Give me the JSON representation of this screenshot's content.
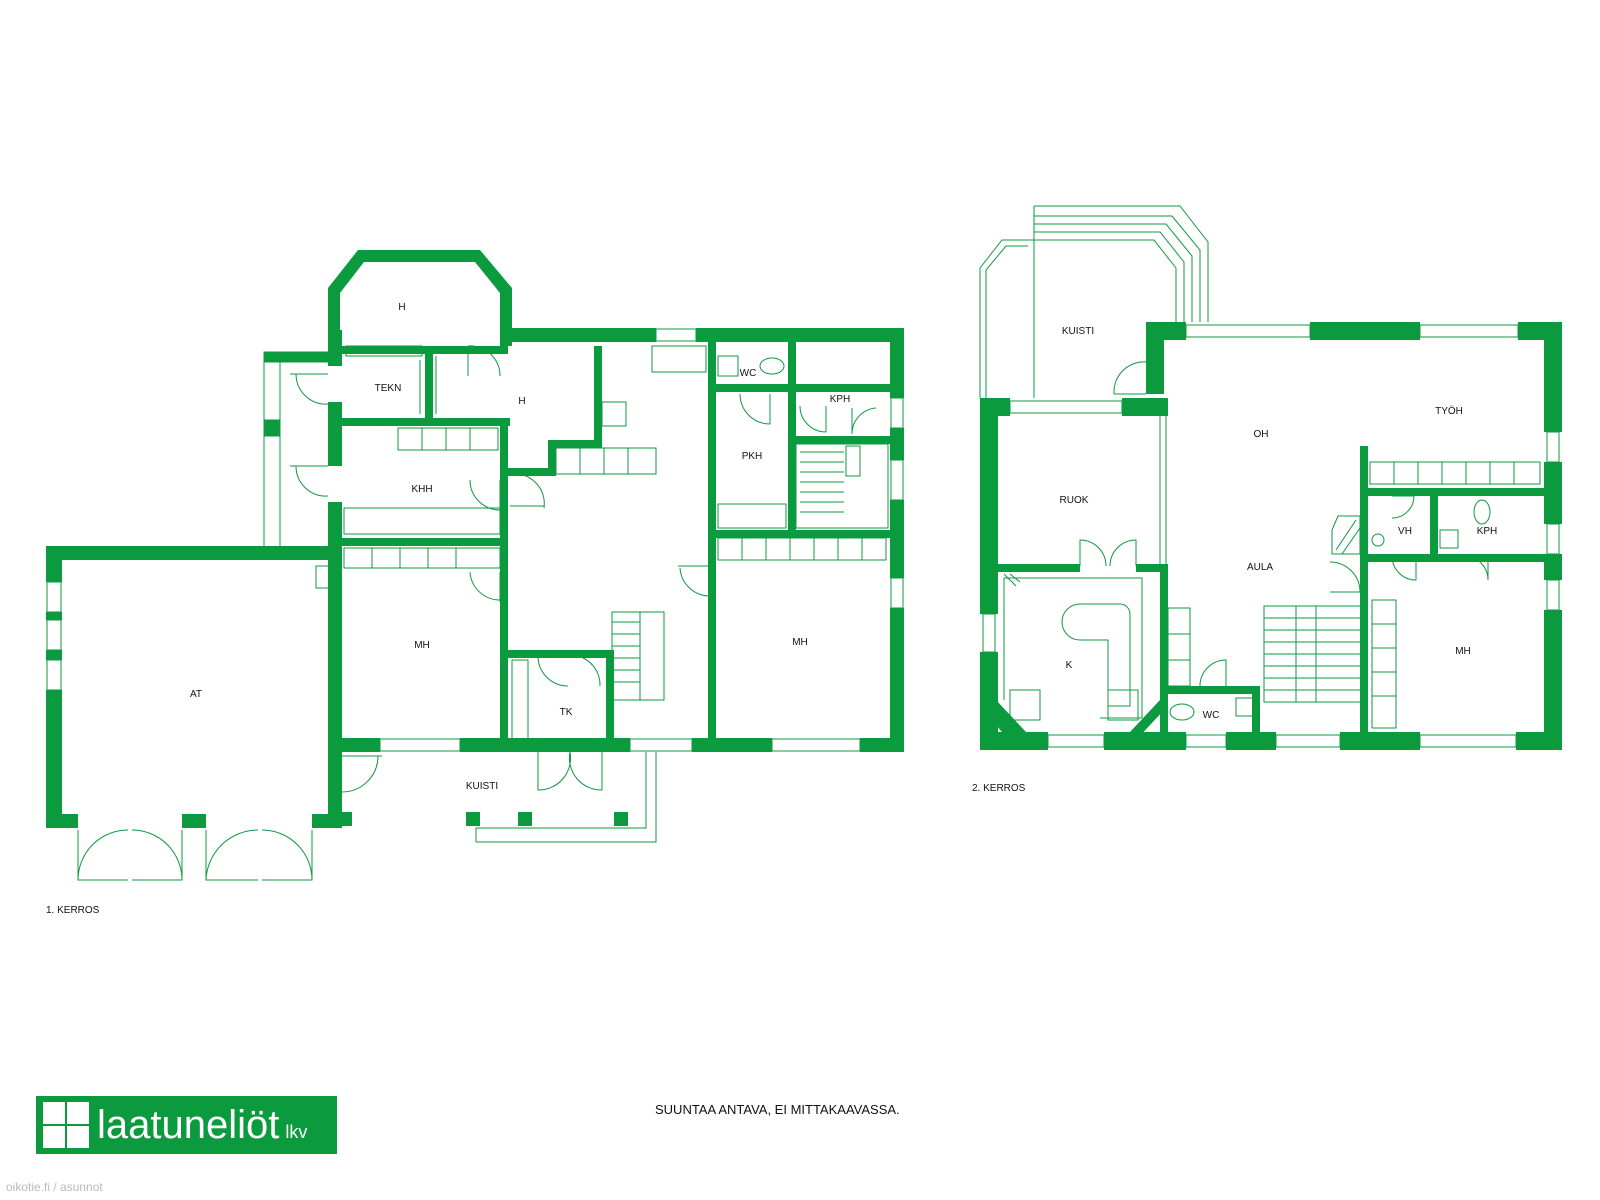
{
  "floor1": {
    "label": "1. KERROS",
    "rooms": [
      "H",
      "TEKN",
      "H",
      "WC",
      "KPH",
      "KHH",
      "PKH",
      "MH",
      "MH",
      "AT",
      "TK",
      "KUISTI"
    ]
  },
  "floor2": {
    "label": "2. KERROS",
    "rooms": [
      "KUISTI",
      "OH",
      "TYÖH",
      "RUOK",
      "VH",
      "KPH",
      "AULA",
      "K",
      "MH",
      "WC"
    ]
  },
  "logo": {
    "text": "laatuneliöt",
    "suffix": "lkv"
  },
  "disclaimer": "SUUNTAA ANTAVA, EI MITTAKAAVASSA.",
  "watermark": "oikotie.fi / asunnot",
  "colors": {
    "wall": "#0c9a3e",
    "background": "#ffffff"
  }
}
